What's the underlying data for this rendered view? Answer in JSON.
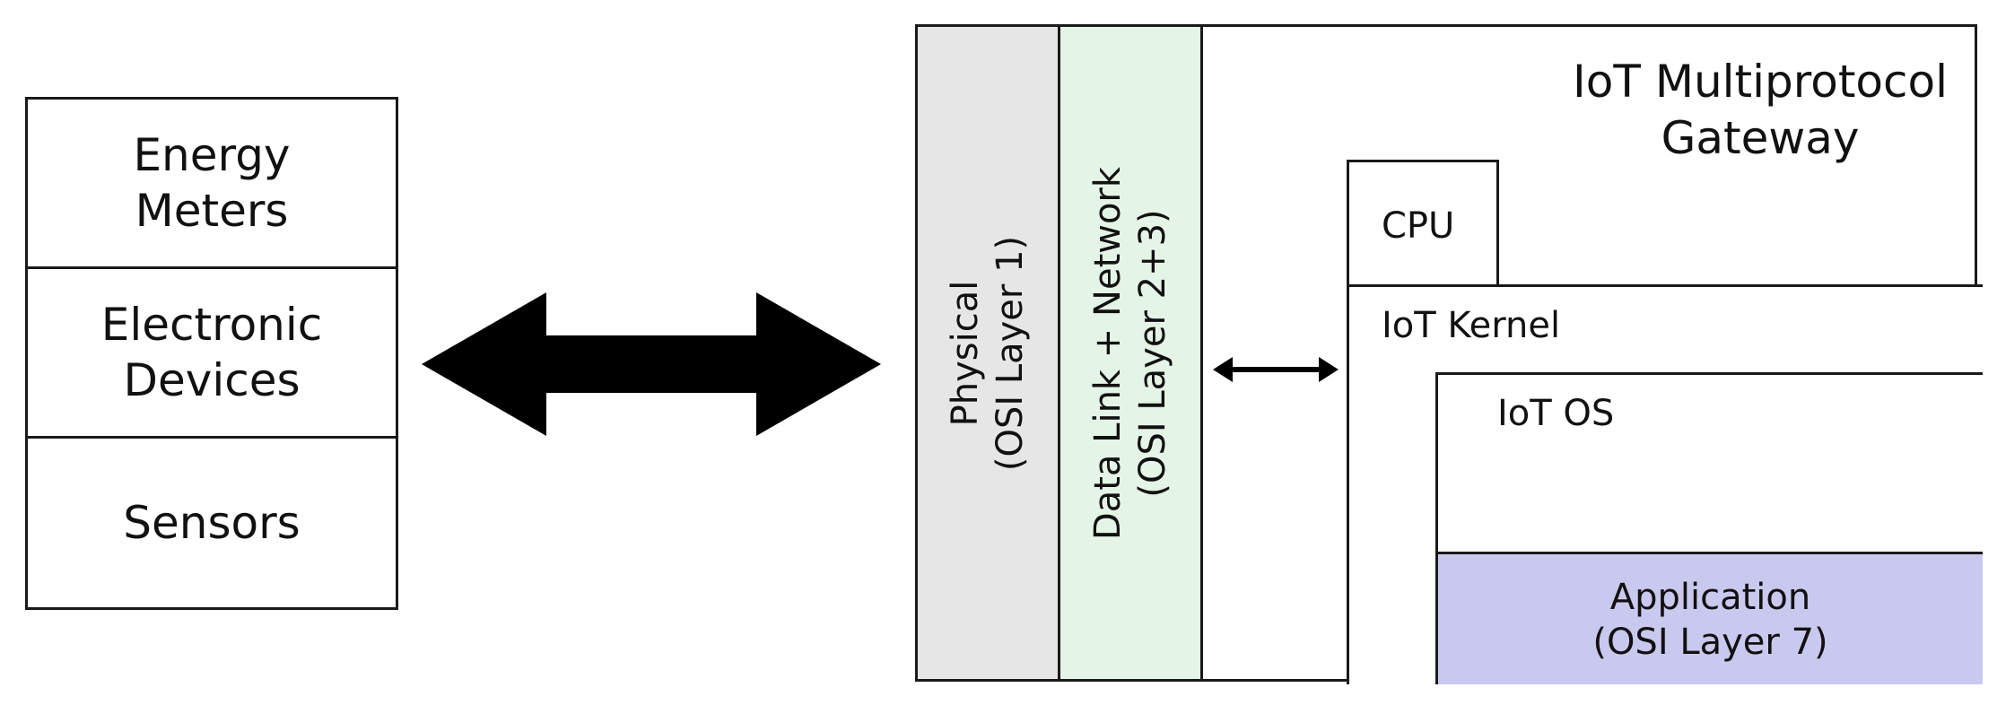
{
  "devices": {
    "items": [
      {
        "lines": [
          "Energy",
          "Meters"
        ]
      },
      {
        "lines": [
          "Electronic",
          "Devices"
        ]
      },
      {
        "lines": [
          "Sensors"
        ]
      }
    ]
  },
  "gateway": {
    "title_lines": [
      "IoT Multiprotocol",
      "Gateway"
    ],
    "physical": {
      "lines": [
        "Physical",
        "(OSI Layer 1)"
      ],
      "color": "#e6e6e6"
    },
    "datalink_network": {
      "lines": [
        "Data Link + Network",
        "(OSI Layer 2+3)"
      ],
      "color": "#e4f4e6"
    },
    "cpu": {
      "label": "CPU"
    },
    "kernel": {
      "label": "IoT Kernel"
    },
    "os": {
      "label": "IoT OS"
    },
    "application": {
      "lines": [
        "Application",
        "(OSI Layer 7)"
      ],
      "color": "#c9c9ef"
    }
  }
}
